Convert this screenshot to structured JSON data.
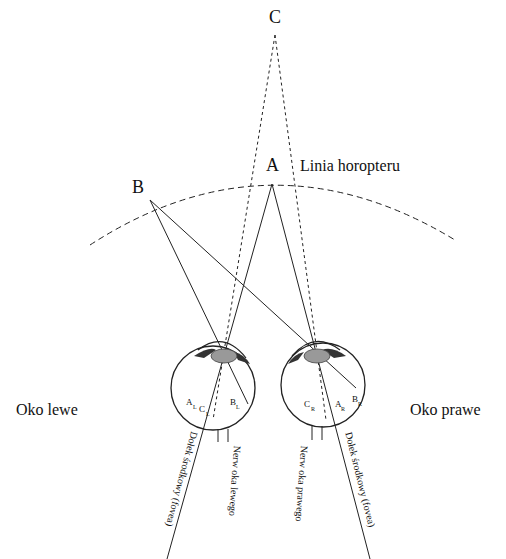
{
  "diagram": {
    "labels": [
      "C",
      "A",
      "B",
      "Linia horopteru",
      "Oko lewe",
      "Oko prawe",
      "A",
      "L",
      "C",
      "L",
      "B",
      "L",
      "C",
      "R",
      "A",
      "R",
      "B",
      "R",
      "Dołek środkowy (fovea)",
      "Nerw oka lewego",
      "Nerw oka prawego",
      "Dołek środkowy (fovea)"
    ]
  }
}
